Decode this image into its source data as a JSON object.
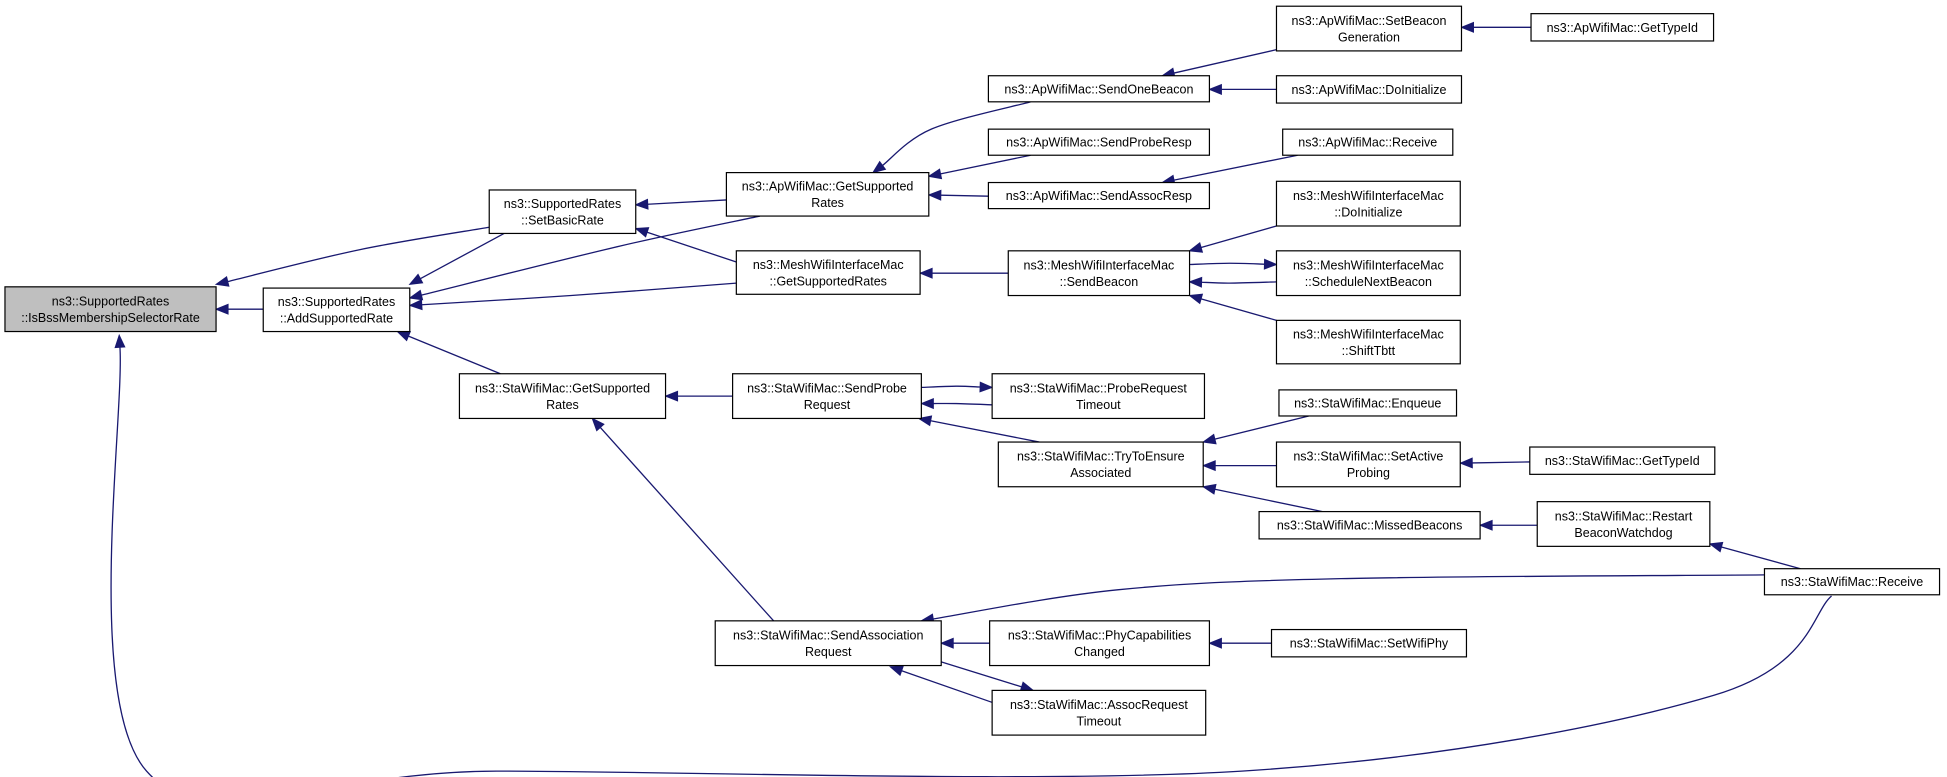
{
  "graph_title": "",
  "colors": {
    "edge": "#191970",
    "node_border": "#000000",
    "node_fill": "#ffffff",
    "root_fill": "#bfbfbf",
    "text": "#000000"
  },
  "nodes": {
    "IsBss": {
      "lines": [
        "ns3::SupportedRates",
        "::IsBssMembershipSelectorRate"
      ]
    },
    "SetBasicRate": {
      "lines": [
        "ns3::SupportedRates",
        "::SetBasicRate"
      ]
    },
    "AddSupportedRate": {
      "lines": [
        "ns3::SupportedRates",
        "::AddSupportedRate"
      ]
    },
    "ApGetSupportedRates": {
      "lines": [
        "ns3::ApWifiMac::GetSupported",
        "Rates"
      ]
    },
    "MeshGetSupportedRates": {
      "lines": [
        "ns3::MeshWifiInterfaceMac",
        "::GetSupportedRates"
      ]
    },
    "StaGetSupportedRates": {
      "lines": [
        "ns3::StaWifiMac::GetSupported",
        "Rates"
      ]
    },
    "ApSendOneBeacon": {
      "lines": [
        "ns3::ApWifiMac::SendOneBeacon"
      ]
    },
    "ApSendProbeResp": {
      "lines": [
        "ns3::ApWifiMac::SendProbeResp"
      ]
    },
    "ApSendAssocResp": {
      "lines": [
        "ns3::ApWifiMac::SendAssocResp"
      ]
    },
    "MeshSendBeacon": {
      "lines": [
        "ns3::MeshWifiInterfaceMac",
        "::SendBeacon"
      ]
    },
    "StaSendProbeRequest": {
      "lines": [
        "ns3::StaWifiMac::SendProbe",
        "Request"
      ]
    },
    "StaTryToEnsure": {
      "lines": [
        "ns3::StaWifiMac::TryToEnsure",
        "Associated"
      ]
    },
    "StaSendAssocRequest": {
      "lines": [
        "ns3::StaWifiMac::SendAssociation",
        "Request"
      ]
    },
    "ApSetBeaconGen": {
      "lines": [
        "ns3::ApWifiMac::SetBeacon",
        "Generation"
      ]
    },
    "ApDoInitialize": {
      "lines": [
        "ns3::ApWifiMac::DoInitialize"
      ]
    },
    "ApReceive": {
      "lines": [
        "ns3::ApWifiMac::Receive"
      ]
    },
    "MeshDoInitialize": {
      "lines": [
        "ns3::MeshWifiInterfaceMac",
        "::DoInitialize"
      ]
    },
    "MeshScheduleNext": {
      "lines": [
        "ns3::MeshWifiInterfaceMac",
        "::ScheduleNextBeacon"
      ]
    },
    "MeshShiftTbtt": {
      "lines": [
        "ns3::MeshWifiInterfaceMac",
        "::ShiftTbtt"
      ]
    },
    "StaProbeTimeout": {
      "lines": [
        "ns3::StaWifiMac::ProbeRequest",
        "Timeout"
      ]
    },
    "StaEnqueue": {
      "lines": [
        "ns3::StaWifiMac::Enqueue"
      ]
    },
    "StaSetActiveProbing": {
      "lines": [
        "ns3::StaWifiMac::SetActive",
        "Probing"
      ]
    },
    "StaMissedBeacons": {
      "lines": [
        "ns3::StaWifiMac::MissedBeacons"
      ]
    },
    "StaPhyCapChanged": {
      "lines": [
        "ns3::StaWifiMac::PhyCapabilities",
        "Changed"
      ]
    },
    "StaAssocTimeout": {
      "lines": [
        "ns3::StaWifiMac::AssocRequest",
        "Timeout"
      ]
    },
    "ApGetTypeId": {
      "lines": [
        "ns3::ApWifiMac::GetTypeId"
      ]
    },
    "StaGetTypeId": {
      "lines": [
        "ns3::StaWifiMac::GetTypeId"
      ]
    },
    "StaRestartBeacon": {
      "lines": [
        "ns3::StaWifiMac::Restart",
        "BeaconWatchdog"
      ]
    },
    "StaReceive": {
      "lines": [
        "ns3::StaWifiMac::Receive"
      ]
    },
    "StaSetWifiPhy": {
      "lines": [
        "ns3::StaWifiMac::SetWifiPhy"
      ]
    }
  },
  "edges": [
    {
      "from": "SetBasicRate",
      "to": "IsBss"
    },
    {
      "from": "AddSupportedRate",
      "to": "IsBss"
    },
    {
      "from": "StaReceive",
      "to": "IsBss"
    },
    {
      "from": "ApGetSupportedRates",
      "to": "SetBasicRate"
    },
    {
      "from": "MeshGetSupportedRates",
      "to": "SetBasicRate"
    },
    {
      "from": "SetBasicRate",
      "to": "AddSupportedRate"
    },
    {
      "from": "ApGetSupportedRates",
      "to": "AddSupportedRate"
    },
    {
      "from": "MeshGetSupportedRates",
      "to": "AddSupportedRate"
    },
    {
      "from": "StaGetSupportedRates",
      "to": "AddSupportedRate"
    },
    {
      "from": "ApSendOneBeacon",
      "to": "ApGetSupportedRates"
    },
    {
      "from": "ApSendProbeResp",
      "to": "ApGetSupportedRates"
    },
    {
      "from": "ApSendAssocResp",
      "to": "ApGetSupportedRates"
    },
    {
      "from": "MeshSendBeacon",
      "to": "MeshGetSupportedRates"
    },
    {
      "from": "StaSendProbeRequest",
      "to": "StaGetSupportedRates"
    },
    {
      "from": "StaSendAssocRequest",
      "to": "StaGetSupportedRates"
    },
    {
      "from": "ApSetBeaconGen",
      "to": "ApSendOneBeacon"
    },
    {
      "from": "ApDoInitialize",
      "to": "ApSendOneBeacon"
    },
    {
      "from": "ApReceive",
      "to": "ApSendAssocResp"
    },
    {
      "from": "ApGetTypeId",
      "to": "ApSetBeaconGen"
    },
    {
      "from": "MeshDoInitialize",
      "to": "MeshSendBeacon"
    },
    {
      "from": "MeshScheduleNext",
      "to": "MeshSendBeacon"
    },
    {
      "from": "MeshSendBeacon",
      "to": "MeshScheduleNext"
    },
    {
      "from": "MeshShiftTbtt",
      "to": "MeshSendBeacon"
    },
    {
      "from": "StaProbeTimeout",
      "to": "StaSendProbeRequest"
    },
    {
      "from": "StaSendProbeRequest",
      "to": "StaProbeTimeout"
    },
    {
      "from": "StaTryToEnsure",
      "to": "StaSendProbeRequest"
    },
    {
      "from": "StaEnqueue",
      "to": "StaTryToEnsure"
    },
    {
      "from": "StaSetActiveProbing",
      "to": "StaTryToEnsure"
    },
    {
      "from": "StaMissedBeacons",
      "to": "StaTryToEnsure"
    },
    {
      "from": "StaGetTypeId",
      "to": "StaSetActiveProbing"
    },
    {
      "from": "StaRestartBeacon",
      "to": "StaMissedBeacons"
    },
    {
      "from": "StaReceive",
      "to": "StaRestartBeacon"
    },
    {
      "from": "StaReceive",
      "to": "StaSendAssocRequest"
    },
    {
      "from": "StaPhyCapChanged",
      "to": "StaSendAssocRequest"
    },
    {
      "from": "StaAssocTimeout",
      "to": "StaSendAssocRequest"
    },
    {
      "from": "StaSendAssocRequest",
      "to": "StaAssocTimeout"
    },
    {
      "from": "StaSetWifiPhy",
      "to": "StaPhyCapChanged"
    }
  ]
}
